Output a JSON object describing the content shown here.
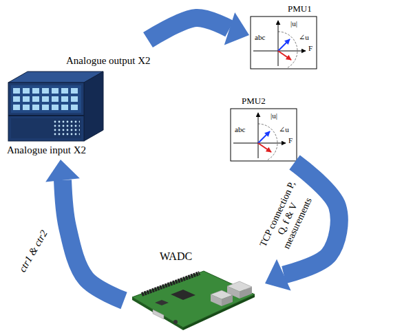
{
  "diagram": {
    "nodes": [
      {
        "text": [
          "Analogue output X2",
          "Analogue input X2"
        ]
      },
      {
        "text": [
          "PMU1",
          "|u|",
          "abc",
          "∠u",
          "F"
        ]
      },
      {
        "text": [
          "PMU2",
          "|u|",
          "abc",
          "∠u",
          "F"
        ]
      },
      {
        "text": [
          "WADC"
        ]
      }
    ],
    "edges": [
      {
        "from": 0,
        "to": 1,
        "arrow": "to"
      },
      {
        "from": 2,
        "to": 3,
        "arrow": "to",
        "label": "TCP connection P, Q, f & V measurements"
      },
      {
        "from": 3,
        "to": 0,
        "arrow": "to",
        "label": "ctr1 & ctr2"
      }
    ]
  }
}
